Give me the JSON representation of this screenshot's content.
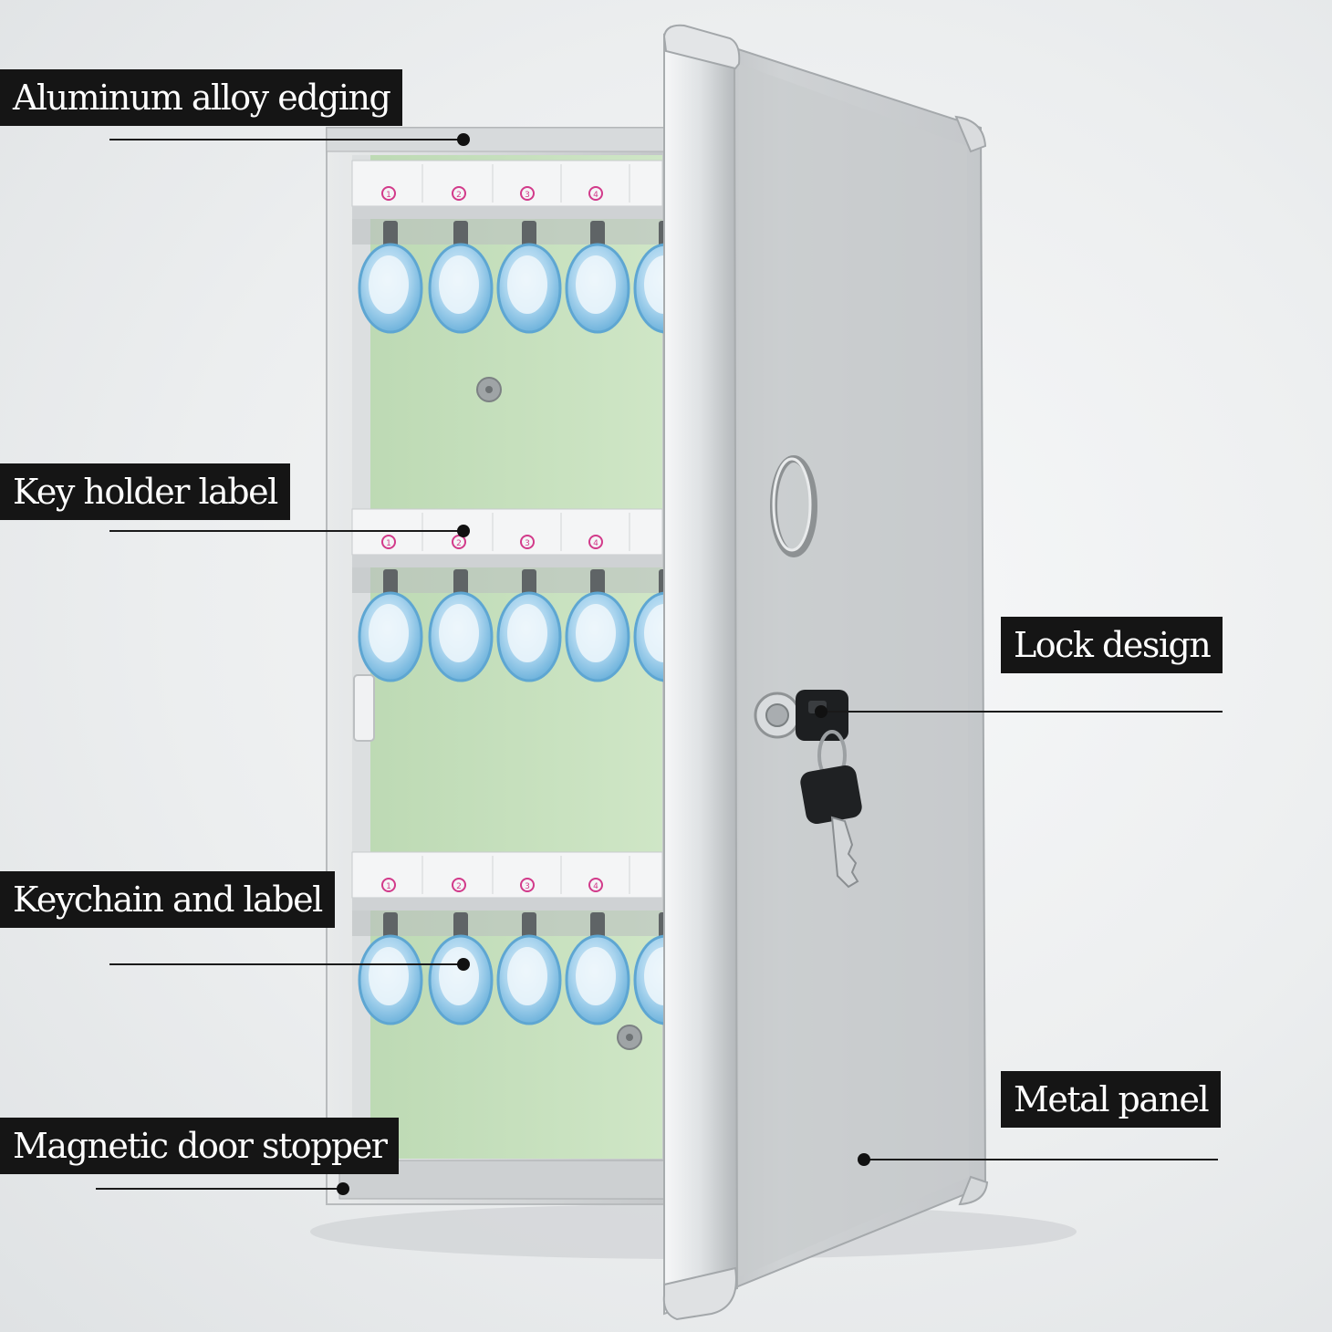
{
  "callouts": {
    "aluminum_edging": "Aluminum alloy edging",
    "key_holder_label": "Key holder label",
    "keychain_and_label": "Keychain and label",
    "magnetic_door_stopper": "Magnetic door stopper",
    "lock_design": "Lock design",
    "metal_panel": "Metal panel"
  },
  "hook_numbers": [
    "1",
    "2",
    "3",
    "4"
  ],
  "colors": {
    "callout_bg": "#151515",
    "callout_text": "#ffffff",
    "backboard_green": "#c9e3c0",
    "tag_blue": "#8fc6e6",
    "aluminum": "#c9ccce",
    "number_pink": "#d23a8a"
  }
}
